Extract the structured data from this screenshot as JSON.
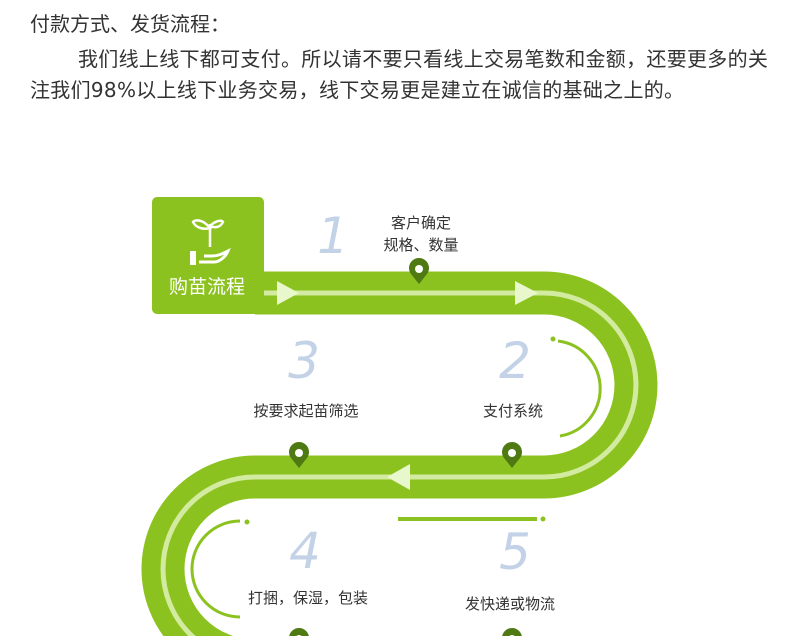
{
  "title": "付款方式、发货流程：",
  "paragraph": "我们线上线下都可支付。所以请不要只看线上交易笔数和金额，还要更多的关注我们98%以上线下业务交易，线下交易更是建立在诚信的基础之上的。",
  "flow": {
    "box_label": "购苗流程",
    "steps": [
      {
        "num": "1",
        "line1": "客户确定",
        "line2": "规格、数量"
      },
      {
        "num": "2",
        "line1": "支付系统"
      },
      {
        "num": "3",
        "line1": "按要求起苗筛选"
      },
      {
        "num": "4",
        "line1": "打捆，保湿，包装"
      },
      {
        "num": "5",
        "line1": "发快递或物流"
      }
    ]
  },
  "colors": {
    "green": "#8cc21f",
    "stripe": "#d2eba0",
    "pin": "#4f7a13",
    "number": "#c3d2e7"
  }
}
